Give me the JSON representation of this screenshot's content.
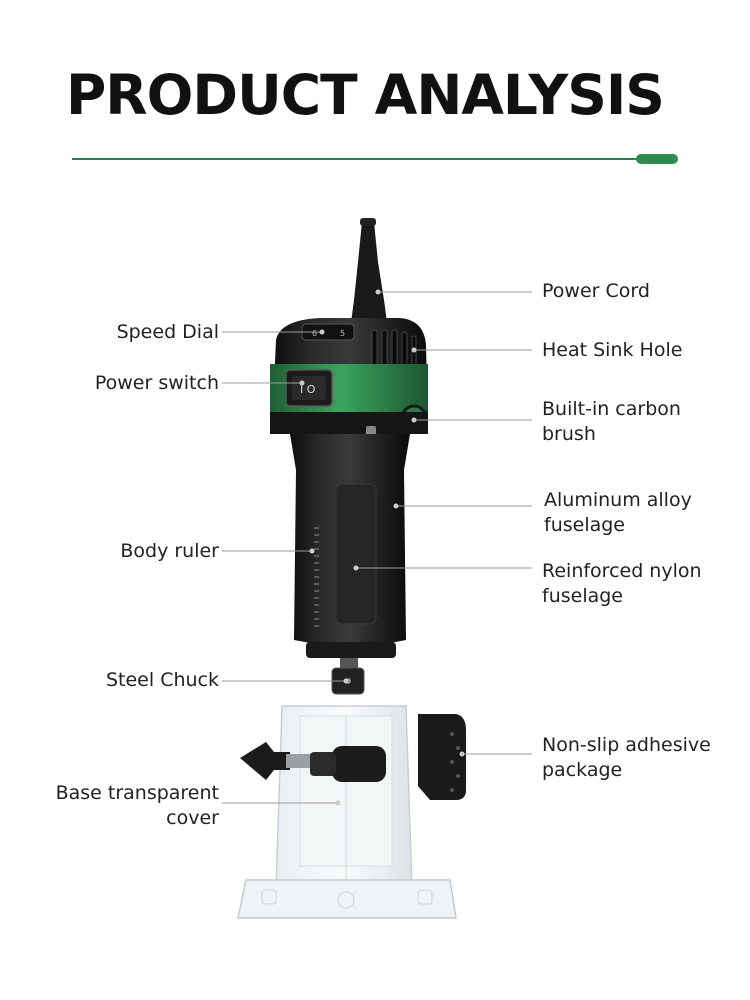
{
  "header": {
    "title": "PRODUCT ANALYSIS",
    "accent_color": "#2e8b50"
  },
  "product": {
    "dial_marks": [
      "6",
      "5"
    ],
    "switch_mark": "I O"
  },
  "callouts_left": {
    "speed_dial": "Speed Dial",
    "power_switch": "Power switch",
    "body_ruler": "Body ruler",
    "steel_chuck": "Steel Chuck",
    "base_cover": "Base transparent\ncover"
  },
  "callouts_right": {
    "power_cord": "Power Cord",
    "heat_sink": "Heat Sink Hole",
    "carbon_brush": "Built-in carbon\nbrush",
    "aluminum_fuselage": "Aluminum alloy\nfuselage",
    "nylon_fuselage": "Reinforced nylon\nfuselage",
    "nonslip_package": "Non-slip adhesive\npackage"
  }
}
